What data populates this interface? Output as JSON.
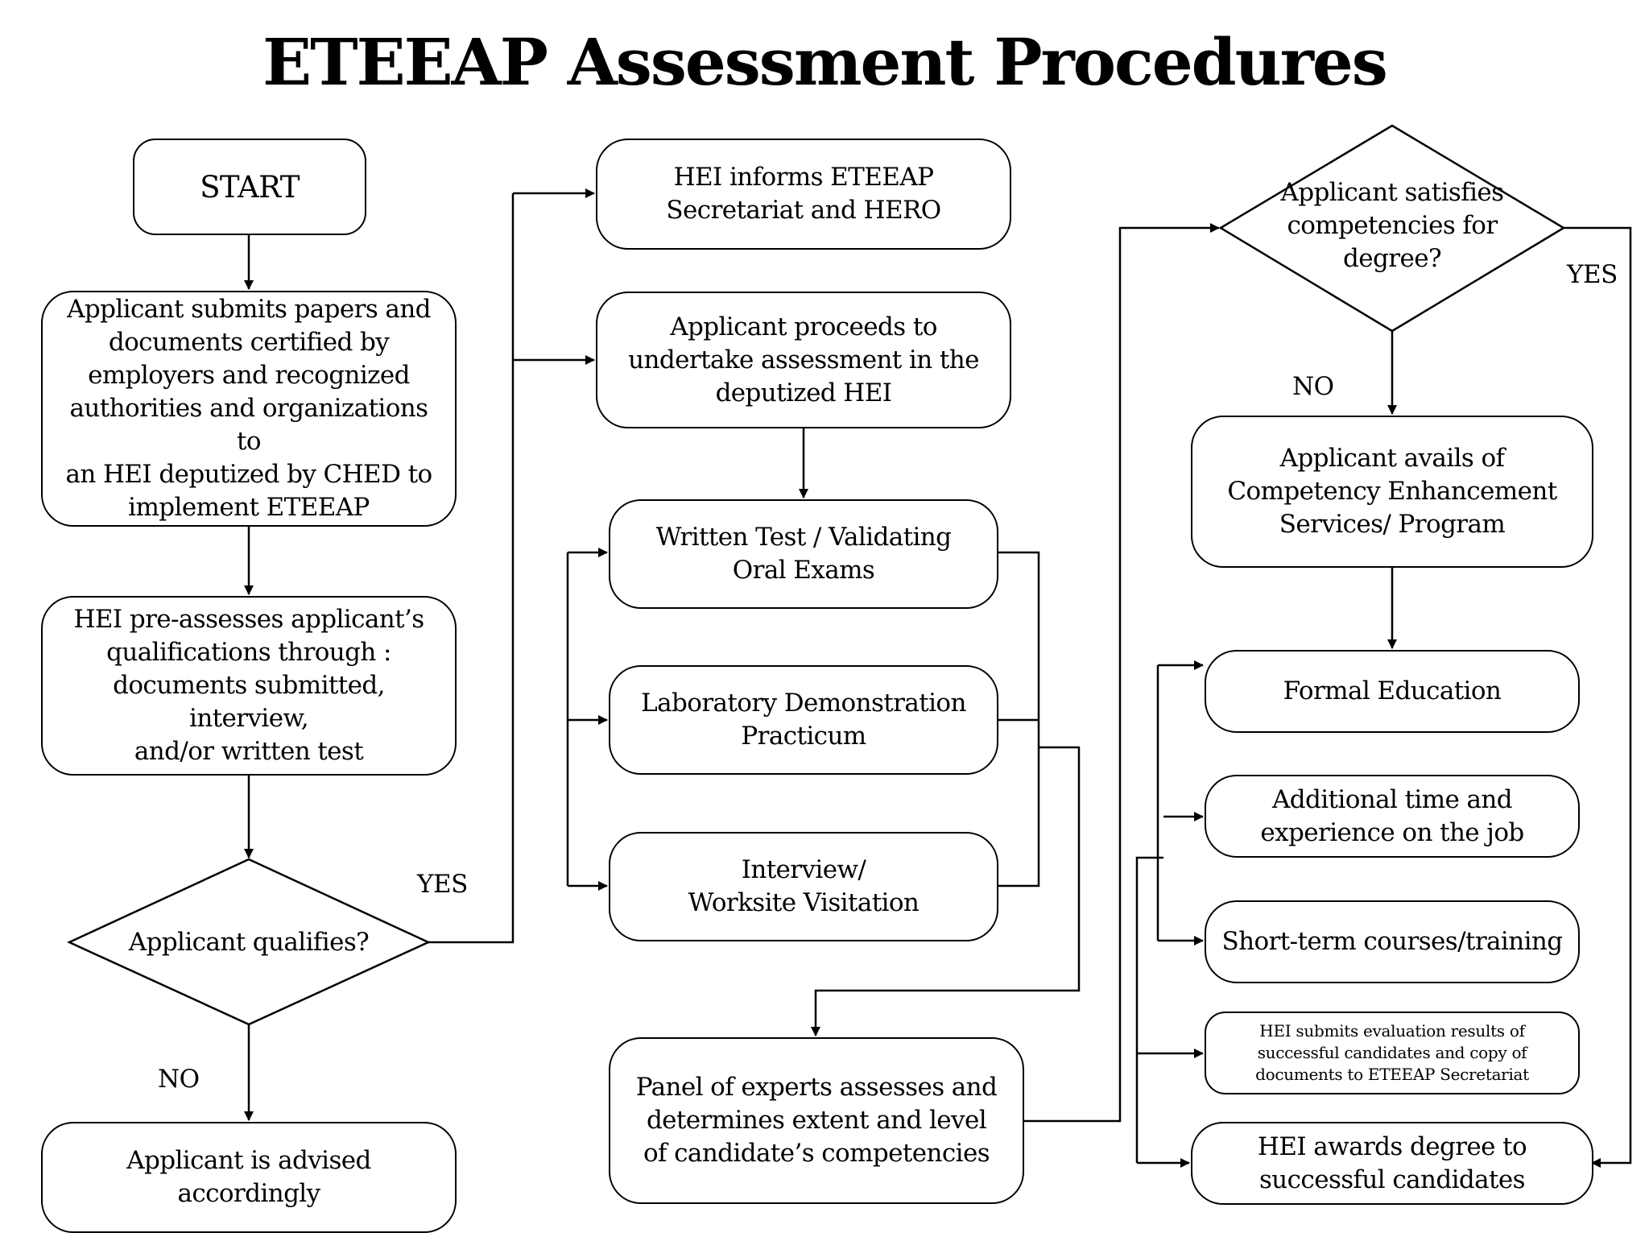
{
  "title": "ETEEAP Assessment Procedures",
  "nodes": {
    "start": "START",
    "submit": "Applicant submits papers and\ndocuments certified by\nemployers and recognized\nauthorities and organizations to\nan HEI deputized by CHED to\nimplement ETEEAP",
    "preassess": "HEI pre-assesses applicant’s\nqualifications through :\ndocuments submitted, interview,\nand/or written test",
    "qualifies": "Applicant qualifies?",
    "advised": "Applicant is advised accordingly",
    "informs": "HEI informs ETEEAP\nSecretariat and HERO",
    "proceeds": "Applicant proceeds to\nundertake assessment in the\ndeputized HEI",
    "written_test": "Written Test / Validating\nOral Exams",
    "lab_demo": "Laboratory Demonstration\nPracticum",
    "interview": "Interview/\nWorksite Visitation",
    "panel": "Panel of experts assesses and\ndetermines extent and level\nof candidate’s competencies",
    "satisfies": "Applicant satisfies\ncompetencies for degree?",
    "avails": "Applicant avails of\nCompetency Enhancement\nServices/ Program",
    "formal_ed": "Formal Education",
    "additional_time": "Additional time and\nexperience on the job",
    "short_term": "Short-term courses/training",
    "submits_results": "HEI submits evaluation results of\nsuccessful candidates and copy of\ndocuments to ETEEAP Secretariat",
    "awards": "HEI awards degree to\nsuccessful candidates"
  },
  "labels": {
    "yes_qualifies": "YES",
    "no_qualifies": "NO",
    "yes_satisfies": "YES",
    "no_satisfies": "NO"
  },
  "colors": {
    "line": "#000000",
    "background": "#ffffff"
  }
}
